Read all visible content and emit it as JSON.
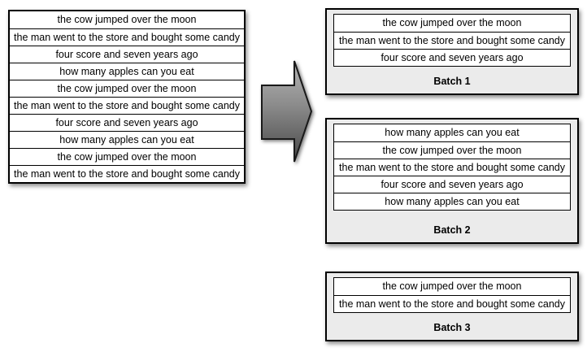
{
  "source_table": {
    "rows": [
      "the cow jumped over the moon",
      "the man went to the store and bought some candy",
      "four score and seven years ago",
      "how many apples can you eat",
      "the cow jumped over the moon",
      "the man went to the store and bought some candy",
      "four score and seven years ago",
      "how many apples can you eat",
      "the cow jumped over the moon",
      "the man went to the store and bought some candy"
    ]
  },
  "arrow": {
    "icon": "right-block-arrow"
  },
  "batches": [
    {
      "label": "Batch 1",
      "rows": [
        "the cow jumped over the moon",
        "the man went to the store and bought some candy",
        "four score and seven years ago"
      ]
    },
    {
      "label": "Batch 2",
      "rows": [
        "how many apples can you eat",
        "the cow jumped over the moon",
        "the man went to the store and bought some candy",
        "four score and seven years ago",
        "how many apples can you eat"
      ]
    },
    {
      "label": "Batch 3",
      "rows": [
        "the cow jumped over the moon",
        "the man went to the store and bought some candy"
      ]
    }
  ],
  "colors": {
    "page_bg": "#ffffff",
    "row_bg": "#ffffff",
    "batch_bg": "#ebebeb",
    "border": "#000000",
    "arrow_light": "#b5b5b5",
    "arrow_mid": "#8a8a8a",
    "arrow_dark": "#474747",
    "arrow_outline": "#1a1a1a"
  }
}
